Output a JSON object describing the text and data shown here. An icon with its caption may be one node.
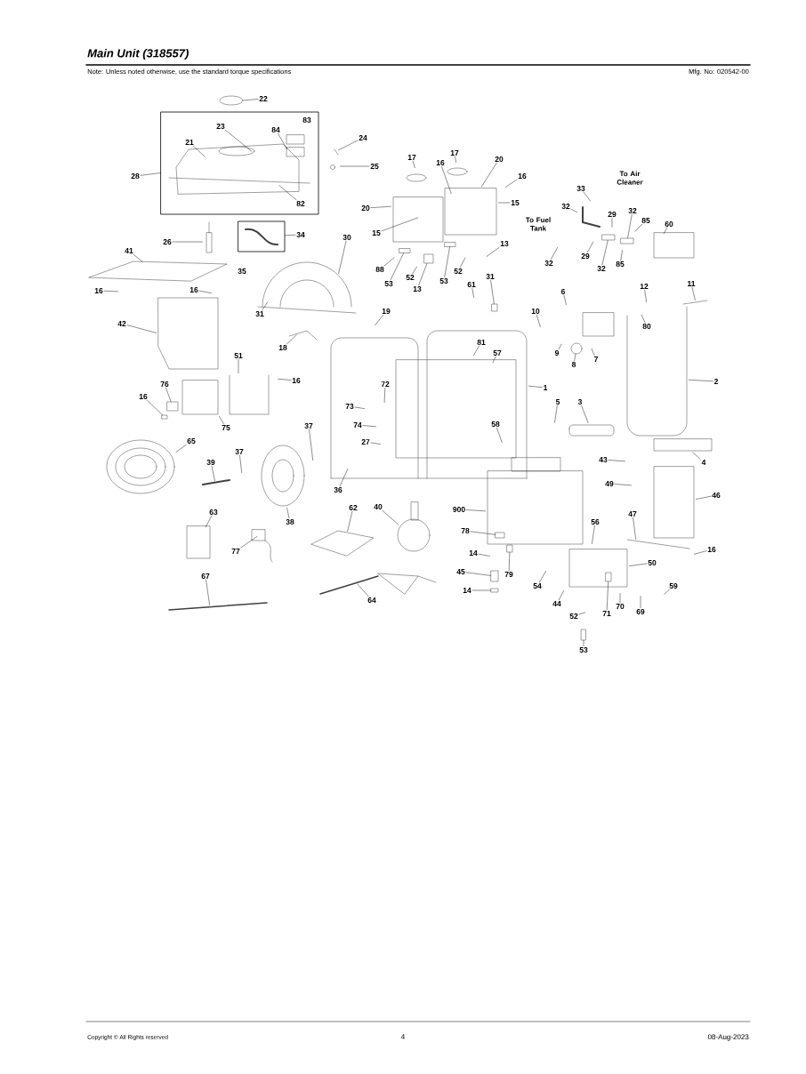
{
  "diagram": {
    "title": "Main Unit (318557)",
    "nodes": [
      {
        "text": [
          "22"
        ]
      },
      {
        "text": [],
        "shape": "box"
      },
      {
        "text": [
          "23"
        ],
        "in": 1
      },
      {
        "text": [
          "84"
        ],
        "in": 1
      },
      {
        "text": [
          "21"
        ],
        "in": 1
      },
      {
        "text": [
          "82"
        ],
        "in": 1
      },
      {
        "text": [
          "28"
        ]
      },
      {
        "text": [
          "24"
        ]
      },
      {
        "text": [
          "25"
        ]
      },
      {
        "text": [
          "17"
        ]
      },
      {
        "text": [
          "17"
        ]
      },
      {
        "text": [
          "16"
        ]
      },
      {
        "text": [
          "20"
        ]
      },
      {
        "text": [
          "16"
        ]
      },
      {
        "text": [
          "15"
        ]
      },
      {
        "text": [
          "20"
        ]
      },
      {
        "text": [
          "15"
        ]
      },
      {
        "text": [
          "33"
        ]
      },
      {
        "text": [
          "32"
        ]
      },
      {
        "text": [
          "29"
        ]
      },
      {
        "text": [
          "32"
        ]
      },
      {
        "text": [
          "85"
        ]
      },
      {
        "text": [
          "60"
        ]
      },
      {
        "text": [
          "26"
        ]
      },
      {
        "text": [],
        "shape": "box"
      },
      {
        "text": [
          "34"
        ]
      },
      {
        "text": [
          "30"
        ]
      },
      {
        "text": [
          "41"
        ]
      },
      {
        "text": [
          "13"
        ]
      },
      {
        "text": [
          "88"
        ]
      },
      {
        "text": [
          "53"
        ]
      },
      {
        "text": [
          "52"
        ]
      },
      {
        "text": [
          "13"
        ]
      },
      {
        "text": [
          "53"
        ]
      },
      {
        "text": [
          "52"
        ]
      },
      {
        "text": [
          "32"
        ]
      },
      {
        "text": [
          "29"
        ]
      },
      {
        "text": [
          "32"
        ]
      },
      {
        "text": [
          "85"
        ]
      },
      {
        "text": [
          "16"
        ]
      },
      {
        "text": [
          "16"
        ]
      },
      {
        "text": [
          "31"
        ]
      },
      {
        "text": [
          "61"
        ]
      },
      {
        "text": [
          "31"
        ]
      },
      {
        "text": [
          "12"
        ]
      },
      {
        "text": [
          "11"
        ]
      },
      {
        "text": [
          "6"
        ]
      },
      {
        "text": [
          "10"
        ]
      },
      {
        "text": [
          "19"
        ]
      },
      {
        "text": [
          "42"
        ]
      },
      {
        "text": [
          "80"
        ]
      },
      {
        "text": [
          "18"
        ]
      },
      {
        "text": [
          "81"
        ]
      },
      {
        "text": [
          "57"
        ]
      },
      {
        "text": [
          "9"
        ]
      },
      {
        "text": [
          "8"
        ]
      },
      {
        "text": [
          "7"
        ]
      },
      {
        "text": [
          "51"
        ]
      },
      {
        "text": [
          "16"
        ]
      },
      {
        "text": [
          "76"
        ]
      },
      {
        "text": [
          "16"
        ]
      },
      {
        "text": [
          "72"
        ]
      },
      {
        "text": [
          "2"
        ]
      },
      {
        "text": [
          "1"
        ]
      },
      {
        "text": [
          "5"
        ]
      },
      {
        "text": [
          "3"
        ]
      },
      {
        "text": [
          "73"
        ]
      },
      {
        "text": [
          "74"
        ]
      },
      {
        "text": [
          "75"
        ]
      },
      {
        "text": [
          "37"
        ]
      },
      {
        "text": [
          "27"
        ]
      },
      {
        "text": [
          "58"
        ]
      },
      {
        "text": [
          "65"
        ]
      },
      {
        "text": [
          "37"
        ]
      },
      {
        "text": [
          "39"
        ]
      },
      {
        "text": [
          "43"
        ]
      },
      {
        "text": [
          "4"
        ]
      },
      {
        "text": [
          "49"
        ]
      },
      {
        "text": [
          "36"
        ]
      },
      {
        "text": [
          "46"
        ]
      },
      {
        "text": [
          "62"
        ]
      },
      {
        "text": [
          "40"
        ]
      },
      {
        "text": [
          "900"
        ]
      },
      {
        "text": [
          "63"
        ]
      },
      {
        "text": [
          "47"
        ]
      },
      {
        "text": [
          "38"
        ]
      },
      {
        "text": [
          "56"
        ]
      },
      {
        "text": [
          "78"
        ]
      },
      {
        "text": [
          "77"
        ]
      },
      {
        "text": [
          "16"
        ]
      },
      {
        "text": [
          "14"
        ]
      },
      {
        "text": [
          "50"
        ]
      },
      {
        "text": [
          "45"
        ]
      },
      {
        "text": [
          "79"
        ]
      },
      {
        "text": [
          "67"
        ]
      },
      {
        "text": [
          "54"
        ]
      },
      {
        "text": [
          "59"
        ]
      },
      {
        "text": [
          "14"
        ]
      },
      {
        "text": [
          "64"
        ]
      },
      {
        "text": [
          "44"
        ]
      },
      {
        "text": [
          "70"
        ]
      },
      {
        "text": [
          "69"
        ]
      },
      {
        "text": [
          "71"
        ]
      },
      {
        "text": [
          "52"
        ]
      },
      {
        "text": [
          "53"
        ]
      },
      {
        "text": [],
        "shape": "bar"
      },
      {
        "text": [],
        "shape": "bar"
      },
      {
        "text": [],
        "shape": "box"
      },
      {
        "text": [],
        "shape": "bar"
      },
      {
        "text": [],
        "shape": "bar"
      },
      {
        "text": [],
        "shape": "box"
      },
      {
        "text": [],
        "shape": "circle"
      },
      {
        "text": [],
        "shape": "box"
      },
      {
        "text": [],
        "shape": "box"
      },
      {
        "text": [],
        "shape": "box"
      },
      {
        "text": [],
        "shape": "box"
      },
      {
        "text": [],
        "shape": "box"
      },
      {
        "text": [],
        "shape": "box"
      },
      {
        "text": [],
        "shape": "box"
      },
      {
        "text": [],
        "shape": "bar"
      }
    ],
    "edges": [
      {
        "from": 0,
        "to": null,
        "arrow": "none"
      },
      {
        "from": 2,
        "to": null,
        "arrow": "none"
      },
      {
        "from": 3,
        "to": null,
        "arrow": "none"
      },
      {
        "from": 4,
        "to": null,
        "arrow": "none"
      },
      {
        "from": 5,
        "to": null,
        "arrow": "none"
      },
      {
        "from": 6,
        "to": 1,
        "arrow": "none"
      },
      {
        "from": 7,
        "to": null,
        "arrow": "none"
      },
      {
        "from": 8,
        "to": null,
        "arrow": "none"
      },
      {
        "from": 9,
        "to": null,
        "arrow": "none"
      },
      {
        "from": 10,
        "to": null,
        "arrow": "none"
      },
      {
        "from": 11,
        "to": null,
        "arrow": "none"
      },
      {
        "from": 12,
        "to": null,
        "arrow": "none"
      },
      {
        "from": 13,
        "to": null,
        "arrow": "none"
      },
      {
        "from": 14,
        "to": null,
        "arrow": "none"
      },
      {
        "from": 15,
        "to": null,
        "arrow": "none"
      },
      {
        "from": 16,
        "to": null,
        "arrow": "none"
      },
      {
        "from": 17,
        "to": null,
        "arrow": "none"
      },
      {
        "from": 18,
        "to": null,
        "arrow": "none"
      },
      {
        "from": 19,
        "to": null,
        "arrow": "none"
      },
      {
        "from": 20,
        "to": 105,
        "arrow": "none"
      },
      {
        "from": 21,
        "to": null,
        "arrow": "none"
      },
      {
        "from": 22,
        "to": null,
        "arrow": "none"
      },
      {
        "from": 23,
        "to": null,
        "arrow": "none"
      },
      {
        "from": 25,
        "to": 24,
        "arrow": "none"
      },
      {
        "from": 26,
        "to": null,
        "arrow": "none"
      },
      {
        "from": 27,
        "to": null,
        "arrow": "none"
      },
      {
        "from": 28,
        "to": null,
        "arrow": "none"
      },
      {
        "from": 29,
        "to": null,
        "arrow": "none"
      },
      {
        "from": 30,
        "to": 106,
        "arrow": "none"
      },
      {
        "from": 31,
        "to": null,
        "arrow": "none"
      },
      {
        "from": 32,
        "to": 107,
        "arrow": "none"
      },
      {
        "from": 33,
        "to": 108,
        "arrow": "none"
      },
      {
        "from": 34,
        "to": null,
        "arrow": "none"
      },
      {
        "from": 35,
        "to": null,
        "arrow": "none"
      },
      {
        "from": 36,
        "to": null,
        "arrow": "none"
      },
      {
        "from": 37,
        "to": 109,
        "arrow": "none"
      },
      {
        "from": 38,
        "to": null,
        "arrow": "none"
      },
      {
        "from": 39,
        "to": null,
        "arrow": "none"
      },
      {
        "from": 40,
        "to": null,
        "arrow": "none"
      },
      {
        "from": 41,
        "to": null,
        "arrow": "none"
      },
      {
        "from": 42,
        "to": null,
        "arrow": "none"
      },
      {
        "from": 43,
        "to": 110,
        "arrow": "none"
      },
      {
        "from": 44,
        "to": null,
        "arrow": "none"
      },
      {
        "from": 45,
        "to": null,
        "arrow": "none"
      },
      {
        "from": 46,
        "to": null,
        "arrow": "none"
      },
      {
        "from": 47,
        "to": null,
        "arrow": "none"
      },
      {
        "from": 48,
        "to": null,
        "arrow": "none"
      },
      {
        "from": 49,
        "to": null,
        "arrow": "none"
      },
      {
        "from": 50,
        "to": null,
        "arrow": "none"
      },
      {
        "from": 51,
        "to": null,
        "arrow": "none"
      },
      {
        "from": 52,
        "to": null,
        "arrow": "none"
      },
      {
        "from": 53,
        "to": null,
        "arrow": "none"
      },
      {
        "from": 54,
        "to": null,
        "arrow": "none"
      },
      {
        "from": 55,
        "to": 111,
        "arrow": "none"
      },
      {
        "from": 56,
        "to": null,
        "arrow": "none"
      },
      {
        "from": 57,
        "to": null,
        "arrow": "none"
      },
      {
        "from": 58,
        "to": null,
        "arrow": "none"
      },
      {
        "from": 59,
        "to": 112,
        "arrow": "none"
      },
      {
        "from": 60,
        "to": 116,
        "arrow": "none"
      },
      {
        "from": 61,
        "to": null,
        "arrow": "none"
      },
      {
        "from": 62,
        "to": null,
        "arrow": "none"
      },
      {
        "from": 63,
        "to": null,
        "arrow": "none"
      },
      {
        "from": 64,
        "to": null,
        "arrow": "none"
      },
      {
        "from": 65,
        "to": null,
        "arrow": "none"
      },
      {
        "from": 66,
        "to": null,
        "arrow": "none"
      },
      {
        "from": 67,
        "to": null,
        "arrow": "none"
      },
      {
        "from": 68,
        "to": null,
        "arrow": "none"
      },
      {
        "from": 69,
        "to": null,
        "arrow": "none"
      },
      {
        "from": 70,
        "to": null,
        "arrow": "none"
      },
      {
        "from": 71,
        "to": null,
        "arrow": "none"
      },
      {
        "from": 72,
        "to": null,
        "arrow": "none"
      },
      {
        "from": 73,
        "to": null,
        "arrow": "none"
      },
      {
        "from": 74,
        "to": null,
        "arrow": "none"
      },
      {
        "from": 75,
        "to": null,
        "arrow": "none"
      },
      {
        "from": 76,
        "to": null,
        "arrow": "none"
      },
      {
        "from": 77,
        "to": null,
        "arrow": "none"
      },
      {
        "from": 78,
        "to": null,
        "arrow": "none"
      },
      {
        "from": 79,
        "to": null,
        "arrow": "none"
      },
      {
        "from": 80,
        "to": null,
        "arrow": "none"
      },
      {
        "from": 81,
        "to": null,
        "arrow": "none"
      },
      {
        "from": 82,
        "to": null,
        "arrow": "none"
      },
      {
        "from": 83,
        "to": null,
        "arrow": "none"
      },
      {
        "from": 84,
        "to": null,
        "arrow": "none"
      },
      {
        "from": 85,
        "to": null,
        "arrow": "none"
      },
      {
        "from": 86,
        "to": null,
        "arrow": "none"
      },
      {
        "from": 87,
        "to": 113,
        "arrow": "none"
      },
      {
        "from": 88,
        "to": null,
        "arrow": "none"
      },
      {
        "from": 89,
        "to": null,
        "arrow": "none"
      },
      {
        "from": 90,
        "to": null,
        "arrow": "none"
      },
      {
        "from": 91,
        "to": null,
        "arrow": "none"
      },
      {
        "from": 92,
        "to": 114,
        "arrow": "none"
      },
      {
        "from": 93,
        "to": 117,
        "arrow": "none"
      },
      {
        "from": 94,
        "to": null,
        "arrow": "none"
      },
      {
        "from": 95,
        "to": null,
        "arrow": "none"
      },
      {
        "from": 96,
        "to": null,
        "arrow": "none"
      },
      {
        "from": 97,
        "to": 115,
        "arrow": "none"
      },
      {
        "from": 98,
        "to": null,
        "arrow": "none"
      },
      {
        "from": 99,
        "to": null,
        "arrow": "none"
      },
      {
        "from": 100,
        "to": null,
        "arrow": "none"
      },
      {
        "from": 101,
        "to": null,
        "arrow": "none"
      },
      {
        "from": 102,
        "to": 118,
        "arrow": "none"
      },
      {
        "from": 103,
        "to": null,
        "arrow": "none"
      },
      {
        "from": 104,
        "to": 119,
        "arrow": "none"
      }
    ],
    "labels": [
      "Note: Unless noted otherwise, use the standard torque specifications",
      "Mfg. No: 020542-00",
      "83",
      "To Air Cleaner",
      "To Fuel Tank",
      "35",
      "Copyright © All Rights reserved",
      "4",
      "08-Aug-2023"
    ]
  }
}
